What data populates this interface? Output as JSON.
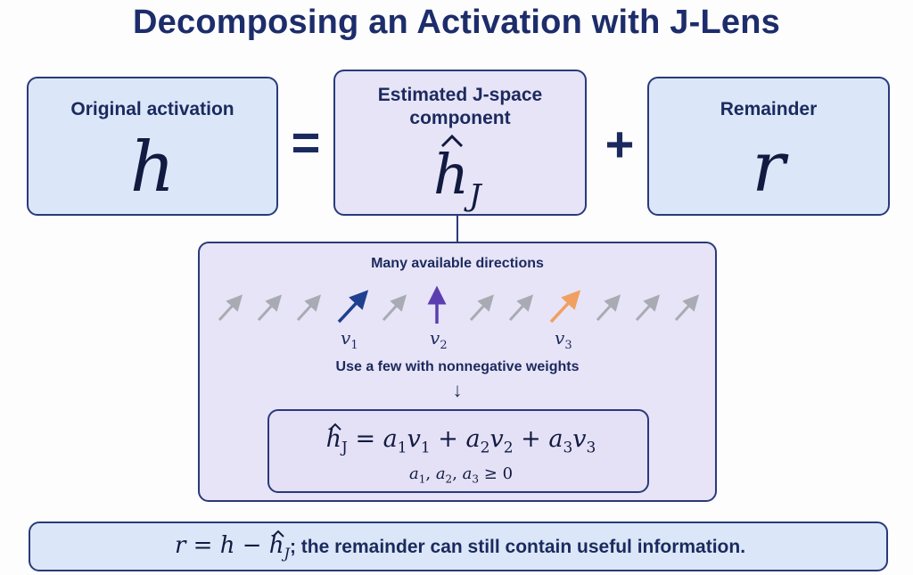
{
  "title": "Decomposing an Activation with J-Lens",
  "boxes": {
    "original": {
      "label": "Original activation",
      "symbol": "h"
    },
    "estimated": {
      "label_line1": "Estimated J-space",
      "label_line2": "component",
      "symbol": "h",
      "symbol_sub": "J"
    },
    "remainder": {
      "label": "Remainder",
      "symbol": "r"
    }
  },
  "operators": {
    "equals": "=",
    "plus": "+"
  },
  "directions": {
    "heading": "Many available directions",
    "instruction": "Use a few with nonnegative weights",
    "arrow_glyph": "↓",
    "selected": [
      {
        "symbol": "v",
        "sub": "1",
        "color": "#1f3f8f"
      },
      {
        "symbol": "v",
        "sub": "2",
        "color": "#5b3fb0"
      },
      {
        "symbol": "v",
        "sub": "3",
        "color": "#f0a060"
      }
    ],
    "unselected_color": "#a8abb3"
  },
  "formula": {
    "lhs_symbol": "h",
    "lhs_sub": "J",
    "equals": "=",
    "plus": "+",
    "terms": [
      {
        "coef": "a",
        "coef_sub": "1",
        "vec": "v",
        "vec_sub": "1"
      },
      {
        "coef": "a",
        "coef_sub": "2",
        "vec": "v",
        "vec_sub": "2"
      },
      {
        "coef": "a",
        "coef_sub": "3",
        "vec": "v",
        "vec_sub": "3"
      }
    ],
    "constraint_vars": [
      "a",
      "a",
      "a"
    ],
    "constraint_subs": [
      "1",
      "2",
      "3"
    ],
    "constraint_sep": ",",
    "constraint_rel": "≥ 0"
  },
  "bottom": {
    "r": "r",
    "eq": "=",
    "h": "h",
    "minus": "−",
    "hj": "h",
    "hj_sub": "J",
    "text": "; the remainder can still contain useful information."
  },
  "colors": {
    "border": "#2a3a7a",
    "blue_fill": "#dbe7f8",
    "lavender_fill": "#e7e4f7",
    "title": "#1d2d6b"
  }
}
